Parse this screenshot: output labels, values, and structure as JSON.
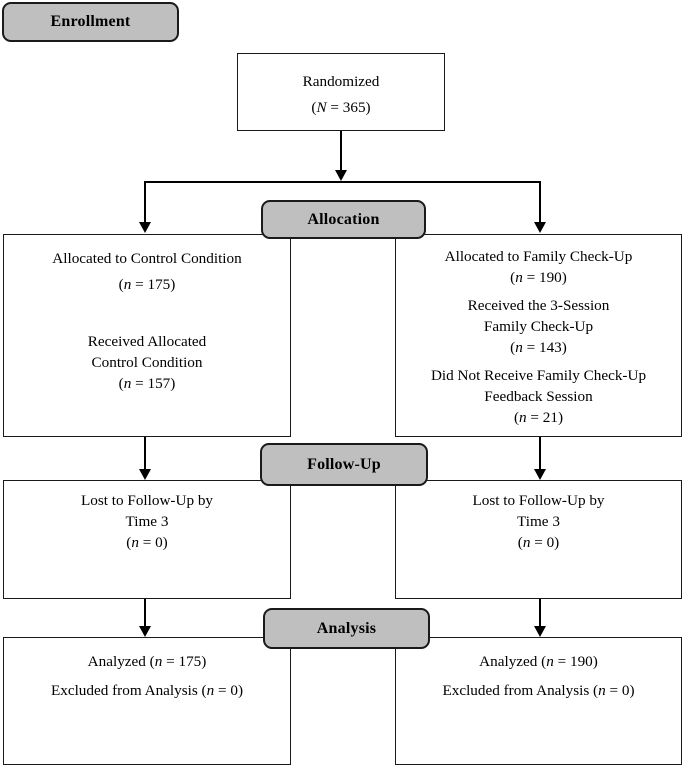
{
  "figure": {
    "type": "consort-flow-diagram",
    "title": "CONSORT Participant Flow Diagram",
    "accent_gray": "#bfbfbf",
    "line_color": "#000000"
  },
  "stages": [
    {
      "id": "enrollment",
      "label": "Enrollment"
    },
    {
      "id": "allocation",
      "label": "Allocation"
    },
    {
      "id": "followup",
      "label": "Follow-Up"
    },
    {
      "id": "analysis",
      "label": "Analysis"
    }
  ],
  "enrollment": {
    "randomized": {
      "line1": "Randomized",
      "line2_prefix": "(",
      "line2_symbol": "N",
      "line2_suffix": " = 365)"
    }
  },
  "allocation": {
    "control": {
      "l1": "Allocated to Control Condition",
      "l2_prefix": "(",
      "l2_symbol": "n",
      "l2_suffix": " = 175)",
      "l3": "Received Allocated",
      "l4": "Control Condition",
      "l5_prefix": "(",
      "l5_symbol": "n",
      "l5_suffix": " = 157)"
    },
    "family_checkup": {
      "l1": "Allocated to Family Check-Up",
      "l2_prefix": "(",
      "l2_symbol": "n",
      "l2_suffix": " = 190)",
      "l3": "Received the 3-Session",
      "l4": "Family Check-Up",
      "l5_prefix": "(",
      "l5_symbol": "n",
      "l5_suffix": " = 143)",
      "l6": "Did Not Receive Family Check-Up",
      "l7": "Feedback Session",
      "l8_prefix": "(",
      "l8_symbol": "n",
      "l8_suffix": " = 21)"
    }
  },
  "followup": {
    "control": {
      "l1": "Lost to Follow-Up by",
      "l2": "Time 3",
      "l3_prefix": "(",
      "l3_symbol": "n",
      "l3_suffix": " = 0)"
    },
    "family_checkup": {
      "l1": "Lost to Follow-Up by",
      "l2": "Time 3",
      "l3_prefix": "(",
      "l3_symbol": "n",
      "l3_suffix": " = 0)"
    }
  },
  "analysis": {
    "control": {
      "l1_prefix": "Analyzed (",
      "l1_symbol": "n",
      "l1_suffix": " = 175)",
      "l2_prefix": "Excluded from Analysis (",
      "l2_symbol": "n",
      "l2_suffix": " = 0)"
    },
    "family_checkup": {
      "l1_prefix": "Analyzed (",
      "l1_symbol": "n",
      "l1_suffix": " = 190)",
      "l2_prefix": "Excluded from Analysis (",
      "l2_symbol": "n",
      "l2_suffix": " = 0)"
    }
  },
  "chart_data": {
    "type": "diagram",
    "title": "CONSORT Participant Flow Diagram",
    "nodes": [
      {
        "stage": "Enrollment",
        "label": "Randomized",
        "N": 365
      },
      {
        "stage": "Allocation",
        "arm": "Control",
        "allocated_n": 175,
        "received_allocated_n": 157
      },
      {
        "stage": "Allocation",
        "arm": "Family Check-Up",
        "allocated_n": 190,
        "received_3_session_n": 143,
        "did_not_receive_feedback_session_n": 21
      },
      {
        "stage": "Follow-Up",
        "arm": "Control",
        "lost_to_followup_time3_n": 0
      },
      {
        "stage": "Follow-Up",
        "arm": "Family Check-Up",
        "lost_to_followup_time3_n": 0
      },
      {
        "stage": "Analysis",
        "arm": "Control",
        "analyzed_n": 175,
        "excluded_n": 0
      },
      {
        "stage": "Analysis",
        "arm": "Family Check-Up",
        "analyzed_n": 190,
        "excluded_n": 0
      }
    ]
  }
}
